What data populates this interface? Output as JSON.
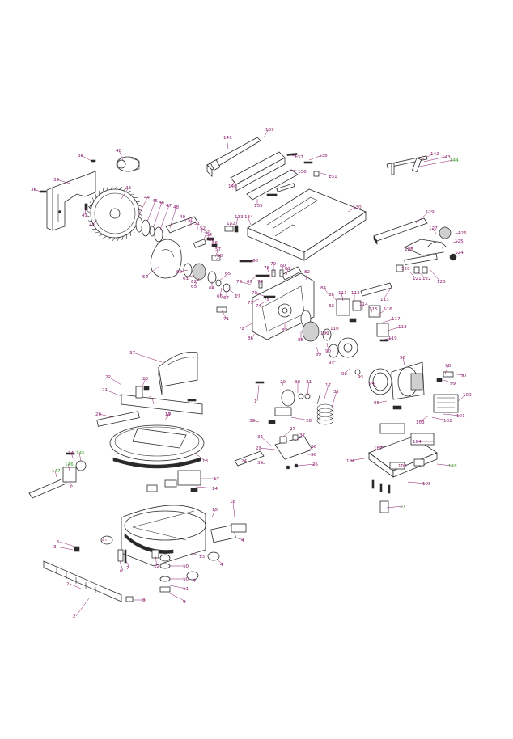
{
  "colors": {
    "label": "#8b1a6b",
    "label_alt": "#3a9a2a",
    "line": "#2a2a2a"
  },
  "callouts": [
    {
      "t": "38"
    },
    {
      "t": "40"
    },
    {
      "t": "39"
    },
    {
      "t": "38"
    },
    {
      "t": "41"
    },
    {
      "t": "42"
    },
    {
      "t": "43"
    },
    {
      "t": "44"
    },
    {
      "t": "45"
    },
    {
      "t": "46"
    },
    {
      "t": "47"
    },
    {
      "t": "48"
    },
    {
      "t": "49"
    },
    {
      "t": "50"
    },
    {
      "t": "51"
    },
    {
      "t": "52"
    },
    {
      "t": "53"
    },
    {
      "t": "54"
    },
    {
      "t": "55"
    },
    {
      "t": "56"
    },
    {
      "t": "57"
    },
    {
      "t": "58"
    },
    {
      "t": "59"
    },
    {
      "t": "60"
    },
    {
      "t": "61"
    },
    {
      "t": "62"
    },
    {
      "t": "63"
    },
    {
      "t": "64"
    },
    {
      "t": "65"
    },
    {
      "t": "66"
    },
    {
      "t": "67"
    },
    {
      "t": "68"
    },
    {
      "t": "69"
    },
    {
      "t": "70"
    },
    {
      "t": "71"
    },
    {
      "t": "72"
    },
    {
      "t": "73"
    },
    {
      "t": "74"
    },
    {
      "t": "75"
    },
    {
      "t": "76"
    },
    {
      "t": "77"
    },
    {
      "t": "78"
    },
    {
      "t": "79"
    },
    {
      "t": "80"
    },
    {
      "t": "81"
    },
    {
      "t": "82"
    },
    {
      "t": "83"
    },
    {
      "t": "84"
    },
    {
      "t": "85"
    },
    {
      "t": "86"
    },
    {
      "t": "87"
    },
    {
      "t": "88"
    },
    {
      "t": "89"
    },
    {
      "t": "90"
    },
    {
      "t": "91"
    },
    {
      "t": "92"
    },
    {
      "t": "93"
    },
    {
      "t": "94"
    },
    {
      "t": "95"
    },
    {
      "t": "96"
    },
    {
      "t": "97"
    },
    {
      "t": "98"
    },
    {
      "t": "99"
    },
    {
      "t": "100"
    },
    {
      "t": "101"
    },
    {
      "t": "102"
    },
    {
      "t": "103"
    },
    {
      "t": "104"
    },
    {
      "t": "105"
    },
    {
      "t": "106"
    },
    {
      "t": "107"
    },
    {
      "t": "108"
    },
    {
      "t": "109"
    },
    {
      "t": "110"
    },
    {
      "t": "111"
    },
    {
      "t": "112"
    },
    {
      "t": "113"
    },
    {
      "t": "114"
    },
    {
      "t": "115"
    },
    {
      "t": "116"
    },
    {
      "t": "117"
    },
    {
      "t": "118"
    },
    {
      "t": "119"
    },
    {
      "t": "120"
    },
    {
      "t": "121"
    },
    {
      "t": "122"
    },
    {
      "t": "123"
    },
    {
      "t": "124"
    },
    {
      "t": "125"
    },
    {
      "t": "126"
    },
    {
      "t": "127"
    },
    {
      "t": "128"
    },
    {
      "t": "129"
    },
    {
      "t": "130"
    },
    {
      "t": "131"
    },
    {
      "t": "132"
    },
    {
      "t": "133"
    },
    {
      "t": "134"
    },
    {
      "t": "135"
    },
    {
      "t": "136"
    },
    {
      "t": "137"
    },
    {
      "t": "138"
    },
    {
      "t": "139"
    },
    {
      "t": "140"
    },
    {
      "t": "141"
    },
    {
      "t": "142"
    },
    {
      "t": "143"
    },
    {
      "t": "144",
      "c": "green"
    },
    {
      "t": "145",
      "c": "green"
    },
    {
      "t": "146",
      "c": "green"
    },
    {
      "t": "147",
      "c": "green"
    },
    {
      "t": "148",
      "c": "green"
    },
    {
      "t": "17",
      "c": "green"
    },
    {
      "t": "34"
    },
    {
      "t": "37"
    },
    {
      "t": "23"
    },
    {
      "t": "22"
    },
    {
      "t": "21"
    },
    {
      "t": "20"
    },
    {
      "t": "2"
    },
    {
      "t": "19"
    },
    {
      "t": "18"
    },
    {
      "t": "17"
    },
    {
      "t": "14"
    },
    {
      "t": "15"
    },
    {
      "t": "16"
    },
    {
      "t": "4"
    },
    {
      "t": "4"
    },
    {
      "t": "4"
    },
    {
      "t": "4"
    },
    {
      "t": "3"
    },
    {
      "t": "5"
    },
    {
      "t": "6"
    },
    {
      "t": "7"
    },
    {
      "t": "12"
    },
    {
      "t": "13"
    },
    {
      "t": "10"
    },
    {
      "t": "11"
    },
    {
      "t": "10"
    },
    {
      "t": "9"
    },
    {
      "t": "8"
    },
    {
      "t": "2"
    },
    {
      "t": "1"
    },
    {
      "t": "29"
    },
    {
      "t": "30"
    },
    {
      "t": "31"
    },
    {
      "t": "17"
    },
    {
      "t": "32"
    },
    {
      "t": "33"
    },
    {
      "t": "28"
    },
    {
      "t": "34"
    },
    {
      "t": "27"
    },
    {
      "t": "37"
    },
    {
      "t": "23"
    },
    {
      "t": "26"
    },
    {
      "t": "36"
    },
    {
      "t": "35"
    },
    {
      "t": "24"
    },
    {
      "t": "25"
    },
    {
      "t": "37"
    },
    {
      "t": "2"
    },
    {
      "t": "1"
    },
    {
      "t": "17"
    },
    {
      "t": "65"
    }
  ]
}
